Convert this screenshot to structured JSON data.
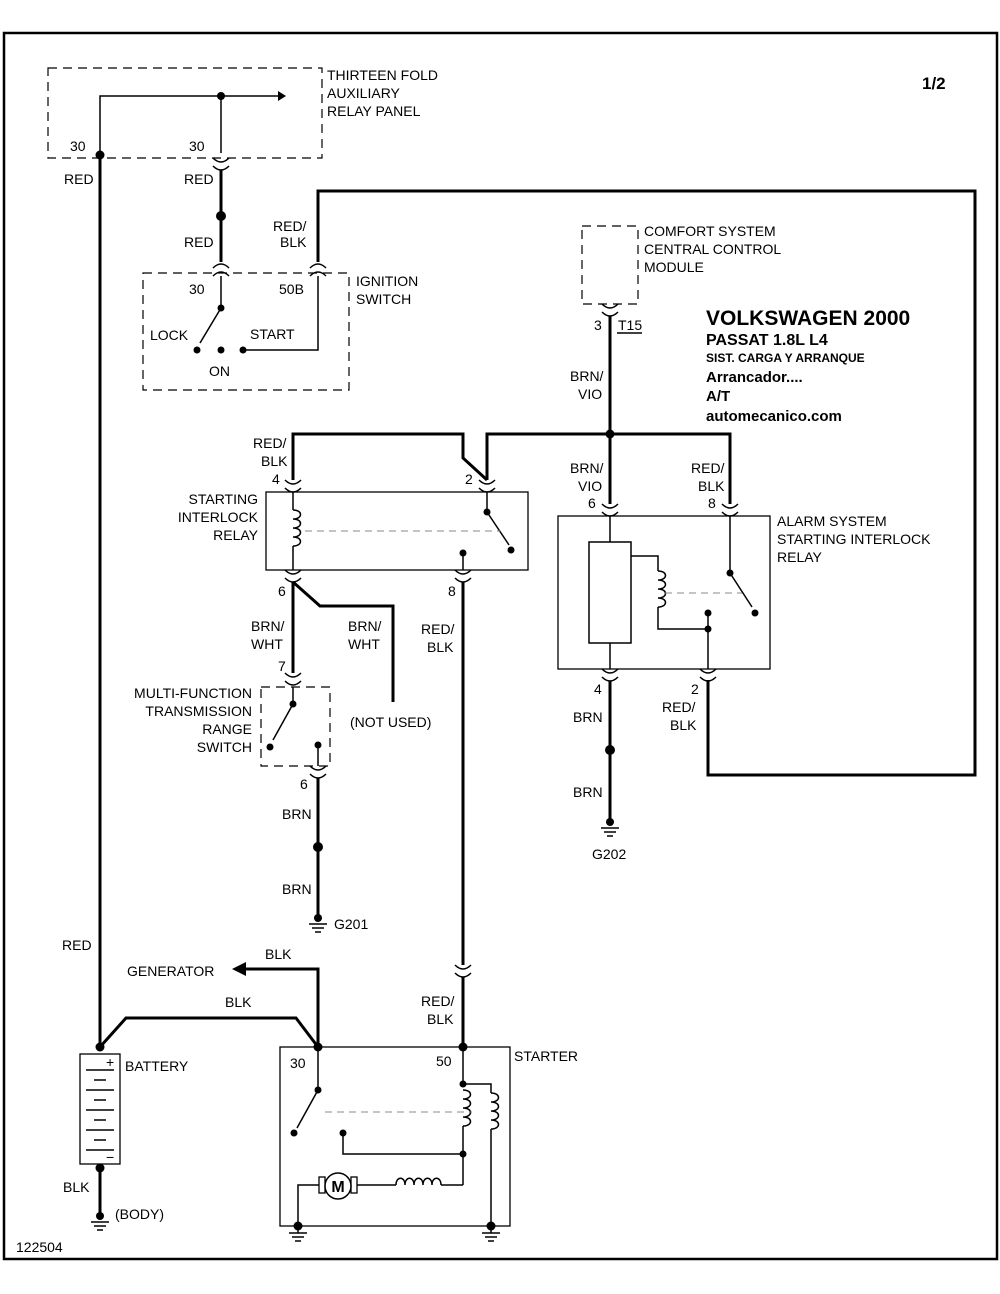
{
  "page_number": "1/2",
  "title": {
    "line1": "VOLKSWAGEN 2000",
    "line2": "PASSAT  1.8L  L4",
    "line3": "SIST. CARGA Y ARRANQUE",
    "line4": "Arrancador....",
    "line5": "A/T",
    "line6": "automecanico.com"
  },
  "diagram_id": "122504",
  "components": {
    "relay_panel": [
      "THIRTEEN FOLD",
      "AUXILIARY",
      "RELAY PANEL"
    ],
    "ignition_switch": [
      "IGNITION",
      "SWITCH"
    ],
    "ignition_positions": {
      "lock": "LOCK",
      "on": "ON",
      "start": "START"
    },
    "comfort_module": [
      "COMFORT SYSTEM",
      "CENTRAL CONTROL",
      "MODULE"
    ],
    "starting_relay": [
      "STARTING",
      "INTERLOCK",
      "RELAY"
    ],
    "alarm_relay": [
      "ALARM SYSTEM",
      "STARTING INTERLOCK",
      "RELAY"
    ],
    "range_switch": [
      "MULTI-FUNCTION",
      "TRANSMISSION",
      "RANGE",
      "SWITCH"
    ],
    "not_used": "(NOT USED)",
    "generator": "GENERATOR",
    "battery": "BATTERY",
    "starter": "STARTER",
    "body": "(BODY)",
    "motor": "M",
    "plus": "+",
    "minus": "−"
  },
  "grounds": {
    "g201": "G201",
    "g202": "G202"
  },
  "pins": {
    "p30": "30",
    "p50b": "50B",
    "p50": "50",
    "p2": "2",
    "p3": "3",
    "p4": "4",
    "p6": "6",
    "p7": "7",
    "p8": "8",
    "t15": "T15"
  },
  "wires": {
    "red": "RED",
    "red_blk": [
      "RED/",
      "BLK"
    ],
    "brn": "BRN",
    "brn_vio": [
      "BRN/",
      "VIO"
    ],
    "brn_wht": [
      "BRN/",
      "WHT"
    ],
    "blk": "BLK"
  }
}
